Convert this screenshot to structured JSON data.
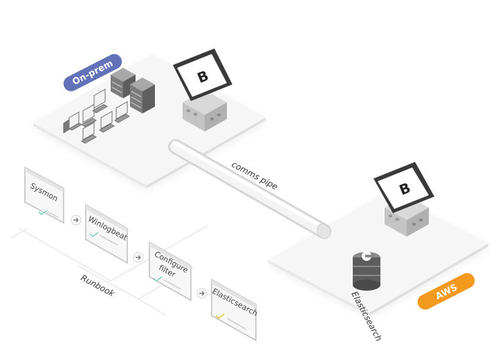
{
  "labels": {
    "on_prem": "On-prem",
    "aws": "AWS",
    "pipe": "comms pipe",
    "elasticsearch_db": "Elasticsearch",
    "runbook": "Runbook"
  },
  "runbook_steps": [
    {
      "label": "Sysmon"
    },
    {
      "label": "Winlogbeat"
    },
    {
      "label_line1": "Configure",
      "label_line2": "filter"
    },
    {
      "label": "Elasticsearch"
    }
  ],
  "logo_glyph": "B",
  "colors": {
    "on_prem_badge": "#6272b8",
    "aws_badge": "#f39a1e",
    "platform": "#f5f5f5",
    "dark": "#3a3a3a",
    "check_green": "#7fd1c1",
    "check_yellow": "#e7c94a"
  }
}
